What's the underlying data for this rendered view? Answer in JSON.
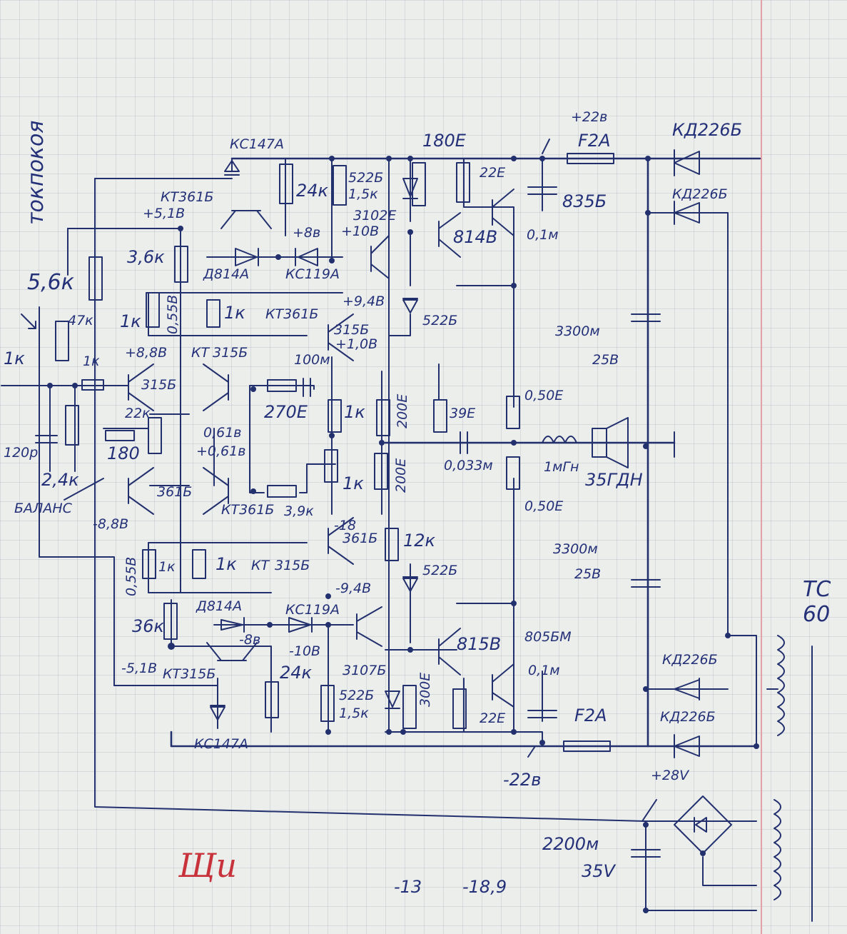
{
  "labels": {
    "tok_pokoya": "токпокоя",
    "ks147a_top": "КС147А",
    "kt361b_top": "КТ361Б",
    "v_plus51": "+5,1В",
    "r_24k_top": "24к",
    "r_522b_top": "522Б",
    "r_1_5k_top": "1,5к",
    "r_180e": "180Е",
    "v_plus22": "+22в",
    "fuse_top": "F2А",
    "kd226b_1": "КД226Б",
    "kd226b_2": "КД226Б",
    "r_22e_top": "22Е",
    "t_835b": "835Б",
    "t_3102e": "3102Е",
    "v_plus10": "+10В",
    "v_plus8": "+8в",
    "r_3_6k_top": "3,6к",
    "d814a_top": "Д814А",
    "ks119a_top": "КС119А",
    "t_814v": "814В",
    "c_0_1m_top": "0,1м",
    "r_5_6k": "5,6к",
    "r_47k": "47к",
    "r_1k_a": "1к",
    "v_0_55v": "0,55В",
    "r_1k_b": "1к",
    "kt361b_mid": "КТ361Б",
    "v_plus9_4": "+9,4В",
    "r_522b_mid": "522Б",
    "c_3300m_top": "3300м",
    "c_25v_top": "25В",
    "r_1k_in": "1к",
    "r_1k_in2": "1к",
    "v_plus8_8": "+8,8В",
    "kt_label": "КТ",
    "t_315b_a": "315Б",
    "t_315b_b": "315Б",
    "v_plus1_0": "+1,0В",
    "c_100m": "100м",
    "t_315b_c": "315Б",
    "r_270e": "270Е",
    "r_1k_mid": "1к",
    "r_200e_a": "200Е",
    "r_39e": "39Е",
    "r_0_50e_top": "0,50Е",
    "c_120p": "120р",
    "r_22k": "22к",
    "v_0_61a": "0,61в",
    "v_0_61b": "+0,61в",
    "r_180": "180",
    "c_0_033": "0,033м",
    "ind_1mgn": "1мГн",
    "spk_35gdn": "35ГДН",
    "r_2_4k": "2,4к",
    "balans": "БАЛАНС",
    "t_361b_a": "361Б",
    "r_1k_mid2": "1к",
    "r_200e_b": "200Е",
    "r_0_50e_bot": "0,50Е",
    "kt361b_low": "КТ361Б",
    "r_3_9k": "3,9к",
    "v_minus8_8": "-8,8В",
    "v_minus18": "-18",
    "t_361b_b": "361Б",
    "r_12k": "12к",
    "c_3300m_bot": "3300м",
    "c_25v_bot": "25В",
    "v_0_55v_b": "0,55В",
    "r_1k_low": "1к",
    "r_1k_low2": "1к",
    "kt_label2": "КТ",
    "t_315b_low": "315Б",
    "v_minus9_4": "-9,4В",
    "r_522b_low": "522Б",
    "tc_label": "ТС",
    "tc_num": "60",
    "d814a_bot": "Д814А",
    "ks119a_bot": "КС119А",
    "t_805bm": "805БМ",
    "r_3_6k_bot": "36к",
    "v_minus8": "-8в",
    "v_minus10": "-10В",
    "t_815v": "815В",
    "v_minus5_1": "-5,1В",
    "kt315b_bot": "КТ315Б",
    "r_24k_bot": "24к",
    "t_3107b": "3107Б",
    "r_300e": "300Е",
    "c_0_1m_bot": "0,1м",
    "kd226b_3": "КД226Б",
    "r_522b_bot": "522Б",
    "r_1_5k_bot": "1,5к",
    "r_22e_bot": "22Е",
    "fuse_bot": "F2А",
    "kd226b_4": "КД226Б",
    "ks147a_bot": "КС147А",
    "v_minus22": "-22в",
    "v_plus28": "+28V",
    "c_2200m": "2200м",
    "c_35v": "35V",
    "v_minus13": "-13",
    "v_minus18_9": "-18,9",
    "signature": "Щи"
  }
}
